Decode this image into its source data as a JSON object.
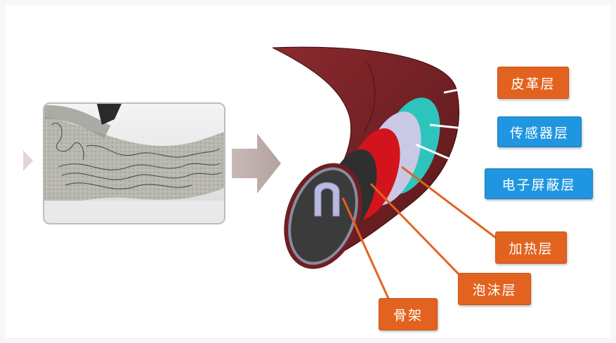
{
  "labels": {
    "leather": "皮革层",
    "sensor": "传感器层",
    "shield": "电子屏蔽层",
    "heating": "加热层",
    "foam": "泡沫层",
    "skeleton": "骨架"
  },
  "colors": {
    "label_orange": "#e2631f",
    "label_blue": "#2196e0",
    "leather": "#6e1f22",
    "sensor": "#2ec4be",
    "shield": "#c9c9e6",
    "heating": "#d4141c",
    "foam": "#2f2f2f",
    "skeleton": "#3b3b3b"
  }
}
